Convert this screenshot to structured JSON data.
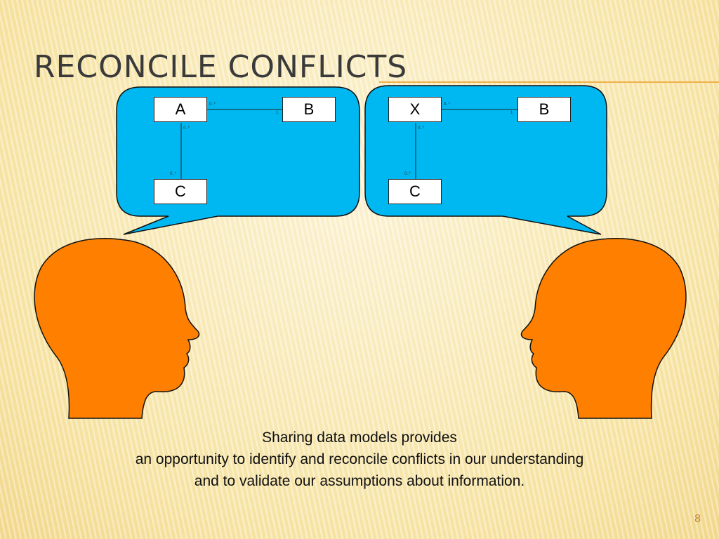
{
  "slide": {
    "title": "Reconcile Conflicts",
    "page_number": "8",
    "caption": {
      "line1": "Sharing data models provides",
      "line2": "an opportunity to identify and reconcile conflicts in our understanding",
      "line3": "and to validate our assumptions about information."
    }
  },
  "left_model": {
    "box_top_left": "A",
    "box_top_right": "B",
    "box_bottom": "C",
    "mult_ab_left": "0..*",
    "mult_ab_right": "1",
    "mult_ac_top": "0..*",
    "mult_ac_bottom": "0..*"
  },
  "right_model": {
    "box_top_left": "X",
    "box_top_right": "B",
    "box_bottom": "C",
    "mult_xb_left": "0..*",
    "mult_xb_right": "1",
    "mult_xc_top": "0..*",
    "mult_xc_bottom": "0..*"
  },
  "colors": {
    "bubble_fill": "#00b8f1",
    "head_fill": "#ff8000",
    "title_color": "#3a3a3a",
    "accent_rule": "#f0b14a",
    "page_number_color": "#c0843b"
  }
}
